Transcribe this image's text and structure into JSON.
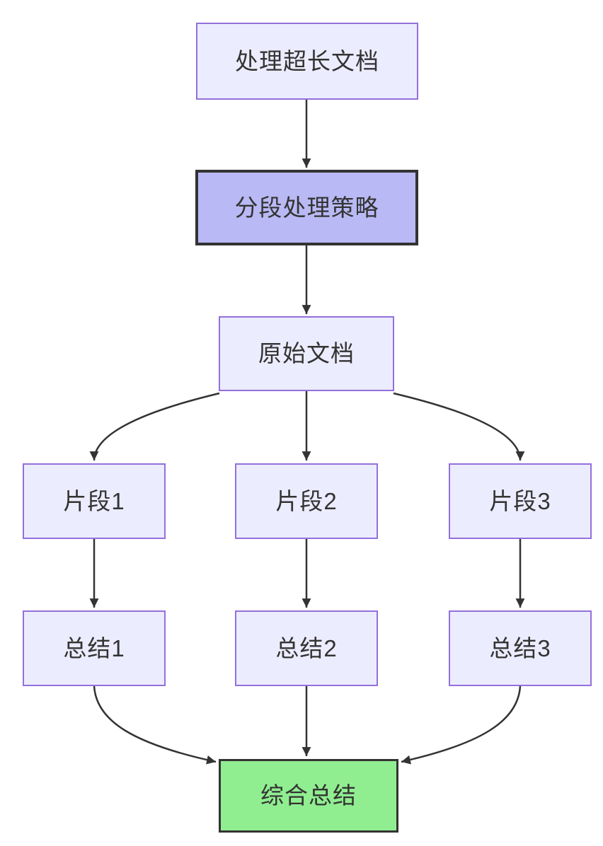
{
  "diagram": {
    "type": "flowchart",
    "direction": "top-down",
    "nodes": {
      "doc_task": {
        "label": "处理超长文档",
        "style": "default"
      },
      "strategy": {
        "label": "分段处理策略",
        "style": "highlight"
      },
      "source_doc": {
        "label": "原始文档",
        "style": "default"
      },
      "segment1": {
        "label": "片段1",
        "style": "default"
      },
      "segment2": {
        "label": "片段2",
        "style": "default"
      },
      "segment3": {
        "label": "片段3",
        "style": "default"
      },
      "summary1": {
        "label": "总结1",
        "style": "default"
      },
      "summary2": {
        "label": "总结2",
        "style": "default"
      },
      "summary3": {
        "label": "总结3",
        "style": "default"
      },
      "final_summary": {
        "label": "综合总结",
        "style": "success"
      }
    },
    "edges": [
      {
        "from": "doc_task",
        "to": "strategy"
      },
      {
        "from": "strategy",
        "to": "source_doc"
      },
      {
        "from": "source_doc",
        "to": "segment1"
      },
      {
        "from": "source_doc",
        "to": "segment2"
      },
      {
        "from": "source_doc",
        "to": "segment3"
      },
      {
        "from": "segment1",
        "to": "summary1"
      },
      {
        "from": "segment2",
        "to": "summary2"
      },
      {
        "from": "segment3",
        "to": "summary3"
      },
      {
        "from": "summary1",
        "to": "final_summary"
      },
      {
        "from": "summary2",
        "to": "final_summary"
      },
      {
        "from": "summary3",
        "to": "final_summary"
      }
    ],
    "colors": {
      "background": "#FFFFFF",
      "node_fill": "#ECECFF",
      "node_border": "#9370DB",
      "highlight_fill": "#B9B9F5",
      "highlight_border": "#333333",
      "success_fill": "#90EE90",
      "success_border": "#333333",
      "text": "#333333",
      "edge": "#333333"
    }
  }
}
